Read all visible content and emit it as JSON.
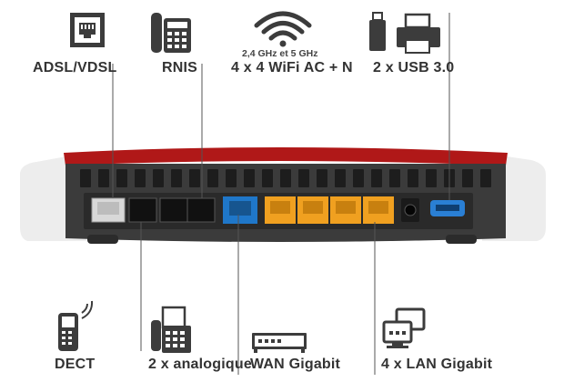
{
  "labels": {
    "adsl": "ADSL/VDSL",
    "rnis": "RNIS",
    "wifi_band": "2,4 GHz et 5 GHz",
    "wifi": "4 x 4 WiFi AC + N",
    "usb": "2 x USB 3.0",
    "dect": "DECT",
    "analog": "2 x analogique",
    "wan": "WAN Gigabit",
    "lan": "4 x LAN Gigabit"
  },
  "icons": {
    "adsl": "ethernet-port-icon",
    "rnis": "desk-phone-icon",
    "wifi": "wifi-icon",
    "usb": "usb-stick-icon",
    "printer": "printer-icon",
    "dect": "cordless-phone-icon",
    "analog": "fax-phone-icon",
    "wan": "modem-icon",
    "lan": "network-computers-icon"
  },
  "colors": {
    "router_red": "#b01818",
    "router_body": "#3a3a3a",
    "router_white": "#ececec",
    "wan_port": "#1f77c9",
    "lan_port": "#f0a020",
    "usb_port": "#2a7fd4",
    "icon": "#3c3c3c",
    "label": "#333333"
  }
}
